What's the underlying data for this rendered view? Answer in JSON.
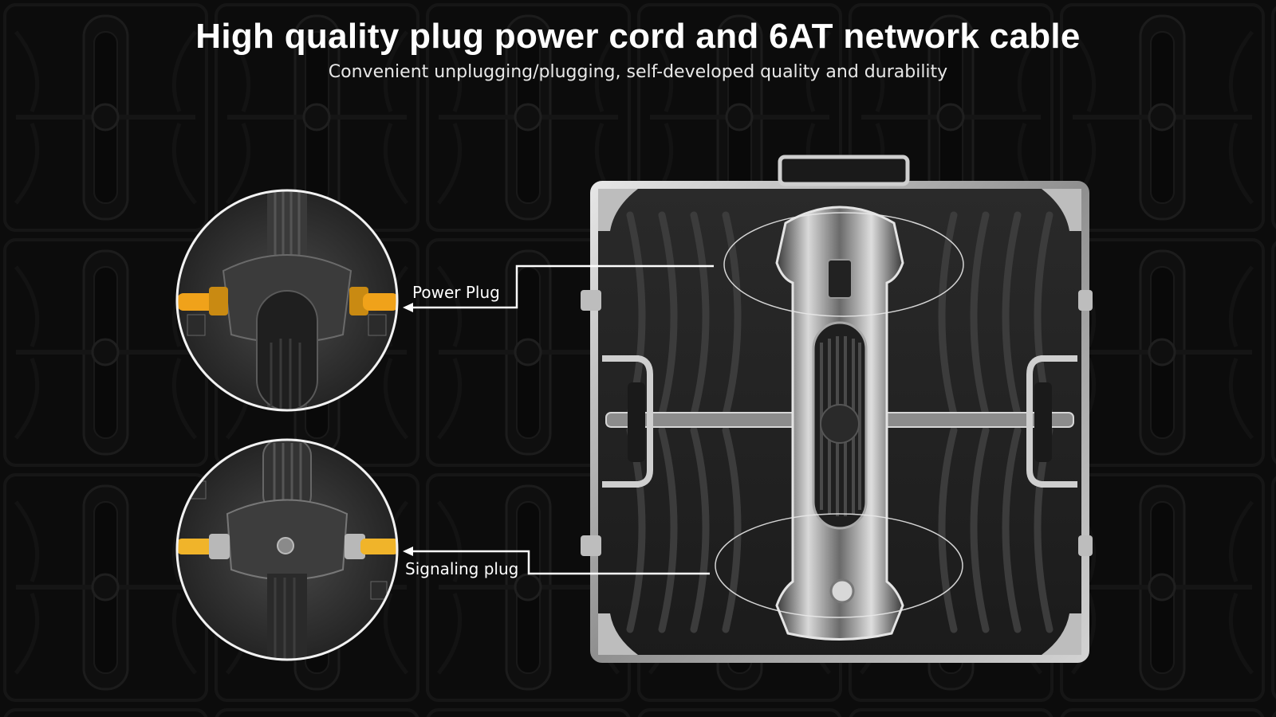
{
  "header": {
    "title": "High quality plug power cord and 6AT network cable",
    "subtitle": "Convenient unplugging/plugging, self-developed quality and durability"
  },
  "callouts": [
    {
      "label": "Power Plug"
    },
    {
      "label": "Signaling plug"
    }
  ],
  "colors": {
    "background": "#0b0b0b",
    "text": "#ffffff",
    "connector_accent": "#f0a21a",
    "metal": "#b9b9b9"
  }
}
